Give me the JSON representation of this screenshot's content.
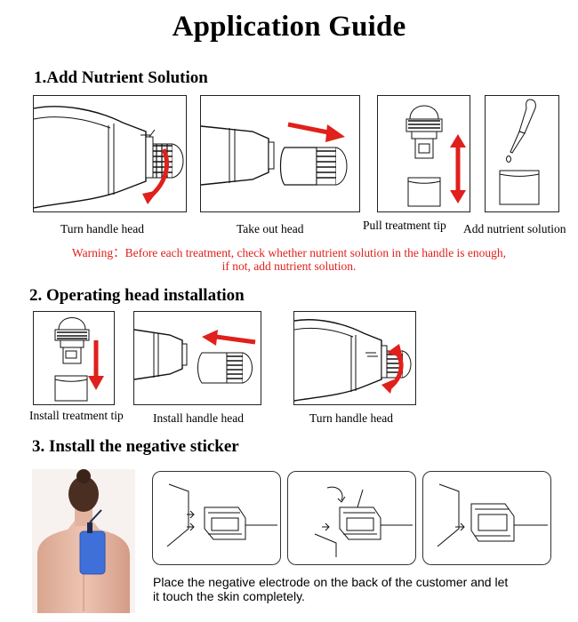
{
  "page": {
    "title": "Application Guide"
  },
  "colors": {
    "arrow": "#e0201c",
    "warning": "#e0201c",
    "sticker": "#3f6fd8"
  },
  "section1": {
    "heading": "1.Add Nutrient Solution",
    "captions": [
      "Turn handle head",
      "Take out head",
      "Pull treatment tip",
      "Add nutrient solution"
    ],
    "warning_line1": "Warning：Before each treatment, check whether nutrient solution in the handle is enough,",
    "warning_line2": "if not, add nutrient solution."
  },
  "section2": {
    "heading": "2. Operating head installation",
    "captions": [
      "Install treatment tip",
      "Install handle head",
      "Turn handle head"
    ]
  },
  "section3": {
    "heading": "3. Install the negative sticker",
    "instruction_line1": "Place the negative electrode on the back of the customer and let",
    "instruction_line2": "it touch the skin completely."
  },
  "icons": [
    "handle-icon",
    "treatment-tip-icon",
    "dropper-icon",
    "bottle-icon",
    "red-arrow-icon",
    "electrode-clip-icon",
    "person-back-photo"
  ]
}
